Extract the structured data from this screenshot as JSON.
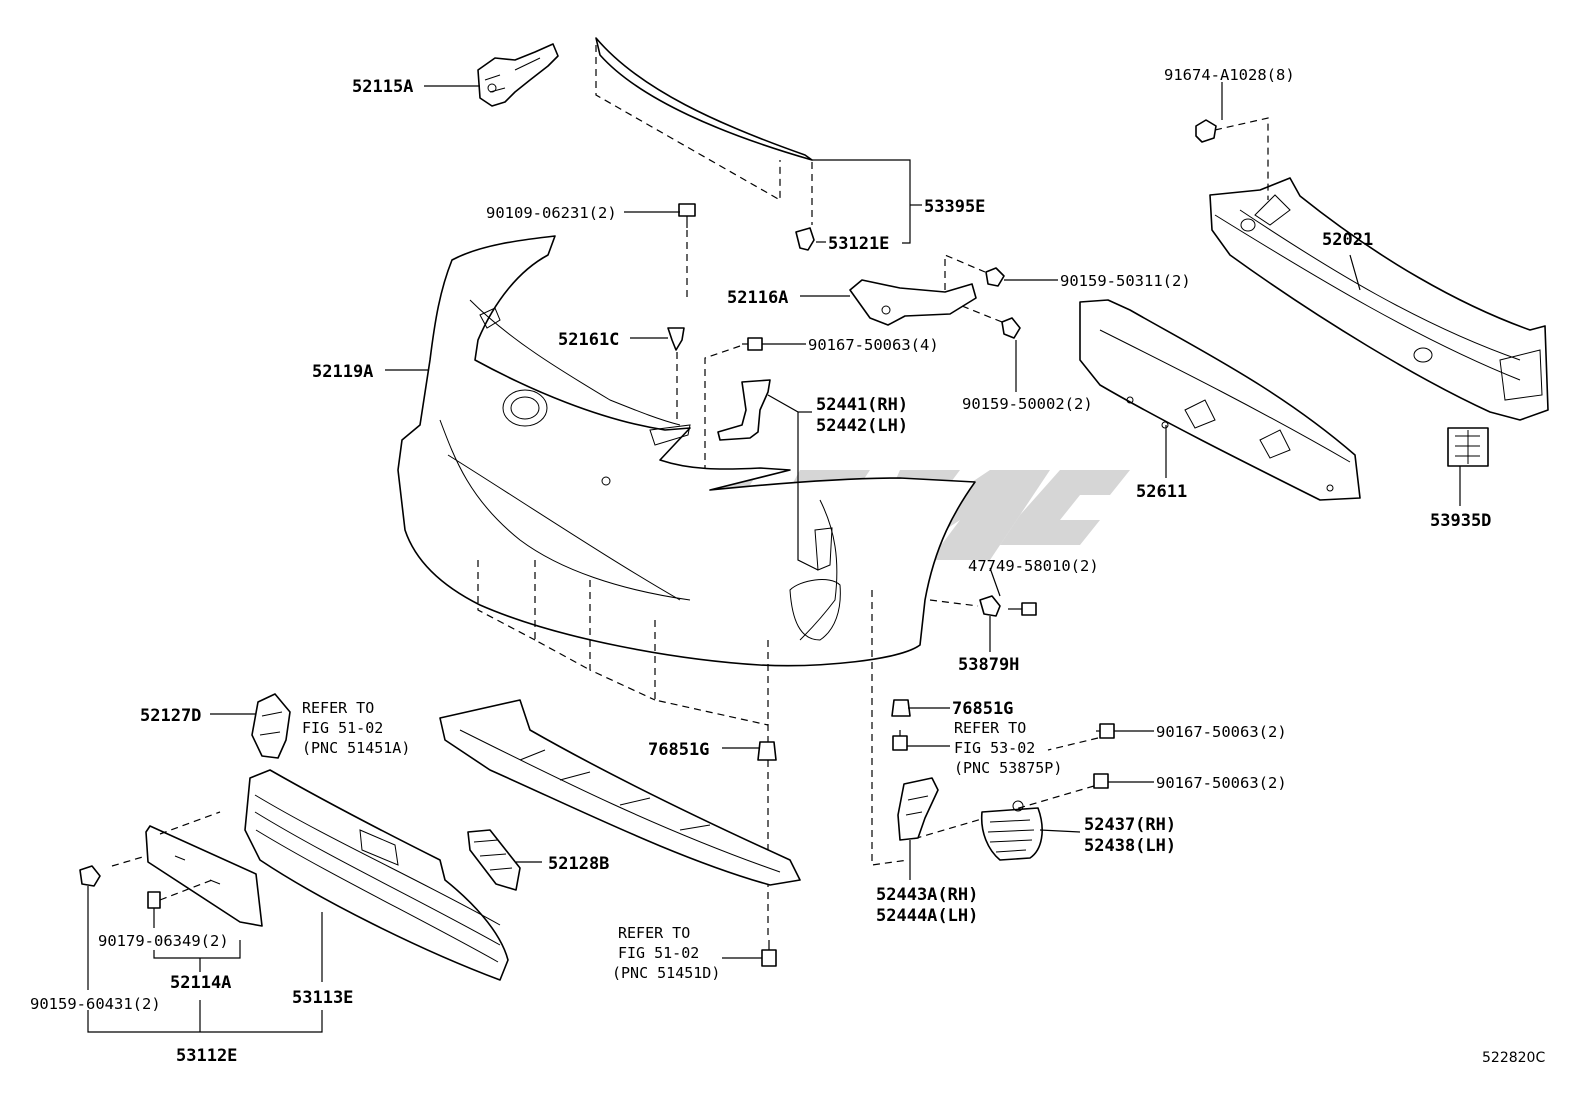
{
  "figure_id": "522820C",
  "parts": {
    "p52115A": "52115A",
    "p53395E": "53395E",
    "p53121E": "53121E",
    "p90109": "90109-06231(2)",
    "p52116A": "52116A",
    "p90159_50311": "90159-50311(2)",
    "p91674": "91674-A1028(8)",
    "p52021": "52021",
    "p52161C": "52161C",
    "p90167_4": "90167-50063(4)",
    "p52119A": "52119A",
    "p90159_50002": "90159-50002(2)",
    "p52441": "52441(RH)",
    "p52442": "52442(LH)",
    "p52611": "52611",
    "p53935D": "53935D",
    "p47749": "47749-58010(2)",
    "p53879H": "53879H",
    "p52127D": "52127D",
    "p76851G_a": "76851G",
    "p76851G_b": "76851G",
    "p90167_2a": "90167-50063(2)",
    "p90167_2b": "90167-50063(2)",
    "p52437": "52437(RH)",
    "p52438": "52438(LH)",
    "p52128B": "52128B",
    "p52443A": "52443A(RH)",
    "p52444A": "52444A(LH)",
    "p90179": "90179-06349(2)",
    "p52114A": "52114A",
    "p90159_60431": "90159-60431(2)",
    "p53113E": "53113E",
    "p53112E": "53112E"
  },
  "refs": {
    "ref1": [
      "REFER TO",
      "FIG 51-02",
      "(PNC 51451A)"
    ],
    "ref2": [
      "REFER TO",
      "FIG 53-02",
      "(PNC 53875P)"
    ],
    "ref3": [
      "REFER TO",
      "FIG 51-02",
      "(PNC 51451D)"
    ]
  }
}
